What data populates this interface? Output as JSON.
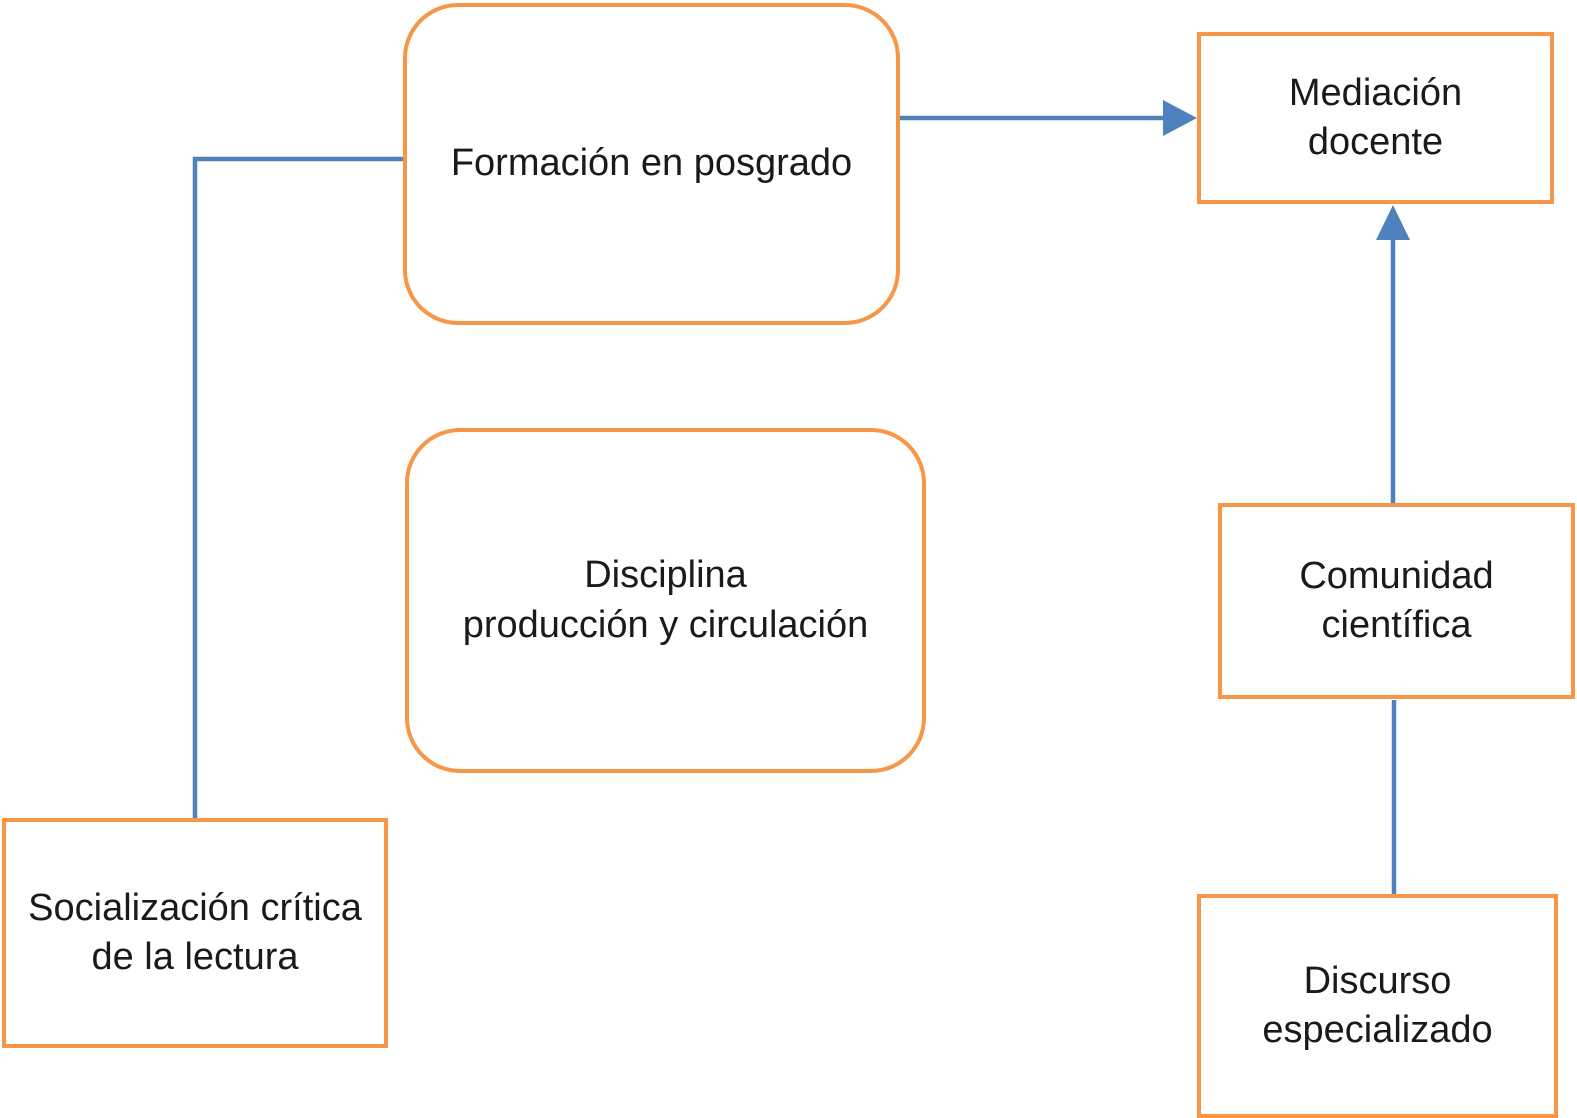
{
  "diagram": {
    "type": "flow-diagram",
    "colors": {
      "box_border": "#F79646",
      "connector": "#4F81BD",
      "text": "#1A1A1A",
      "background": "#FFFFFF"
    },
    "nodes": {
      "formacion": {
        "label": "Formación en posgrado",
        "shape": "rounded-rectangle"
      },
      "mediacion": {
        "label": "Mediación\ndocente",
        "shape": "rectangle"
      },
      "disciplina": {
        "label": "Disciplina\nproducción y circulación",
        "shape": "rounded-rectangle"
      },
      "comunidad": {
        "label": "Comunidad\ncientífica",
        "shape": "rectangle"
      },
      "socializacion": {
        "label": "Socialización crítica\nde la lectura",
        "shape": "rectangle"
      },
      "discurso": {
        "label": "Discurso\nespecializado",
        "shape": "rectangle"
      }
    },
    "edges": [
      {
        "from": "socializacion",
        "to": "formacion",
        "style": "elbow",
        "arrowhead": false
      },
      {
        "from": "formacion",
        "to": "mediacion",
        "style": "straight",
        "arrowhead": true
      },
      {
        "from": "comunidad",
        "to": "mediacion",
        "style": "straight",
        "arrowhead": true
      },
      {
        "from": "discurso",
        "to": "comunidad",
        "style": "straight",
        "arrowhead": false
      }
    ]
  }
}
